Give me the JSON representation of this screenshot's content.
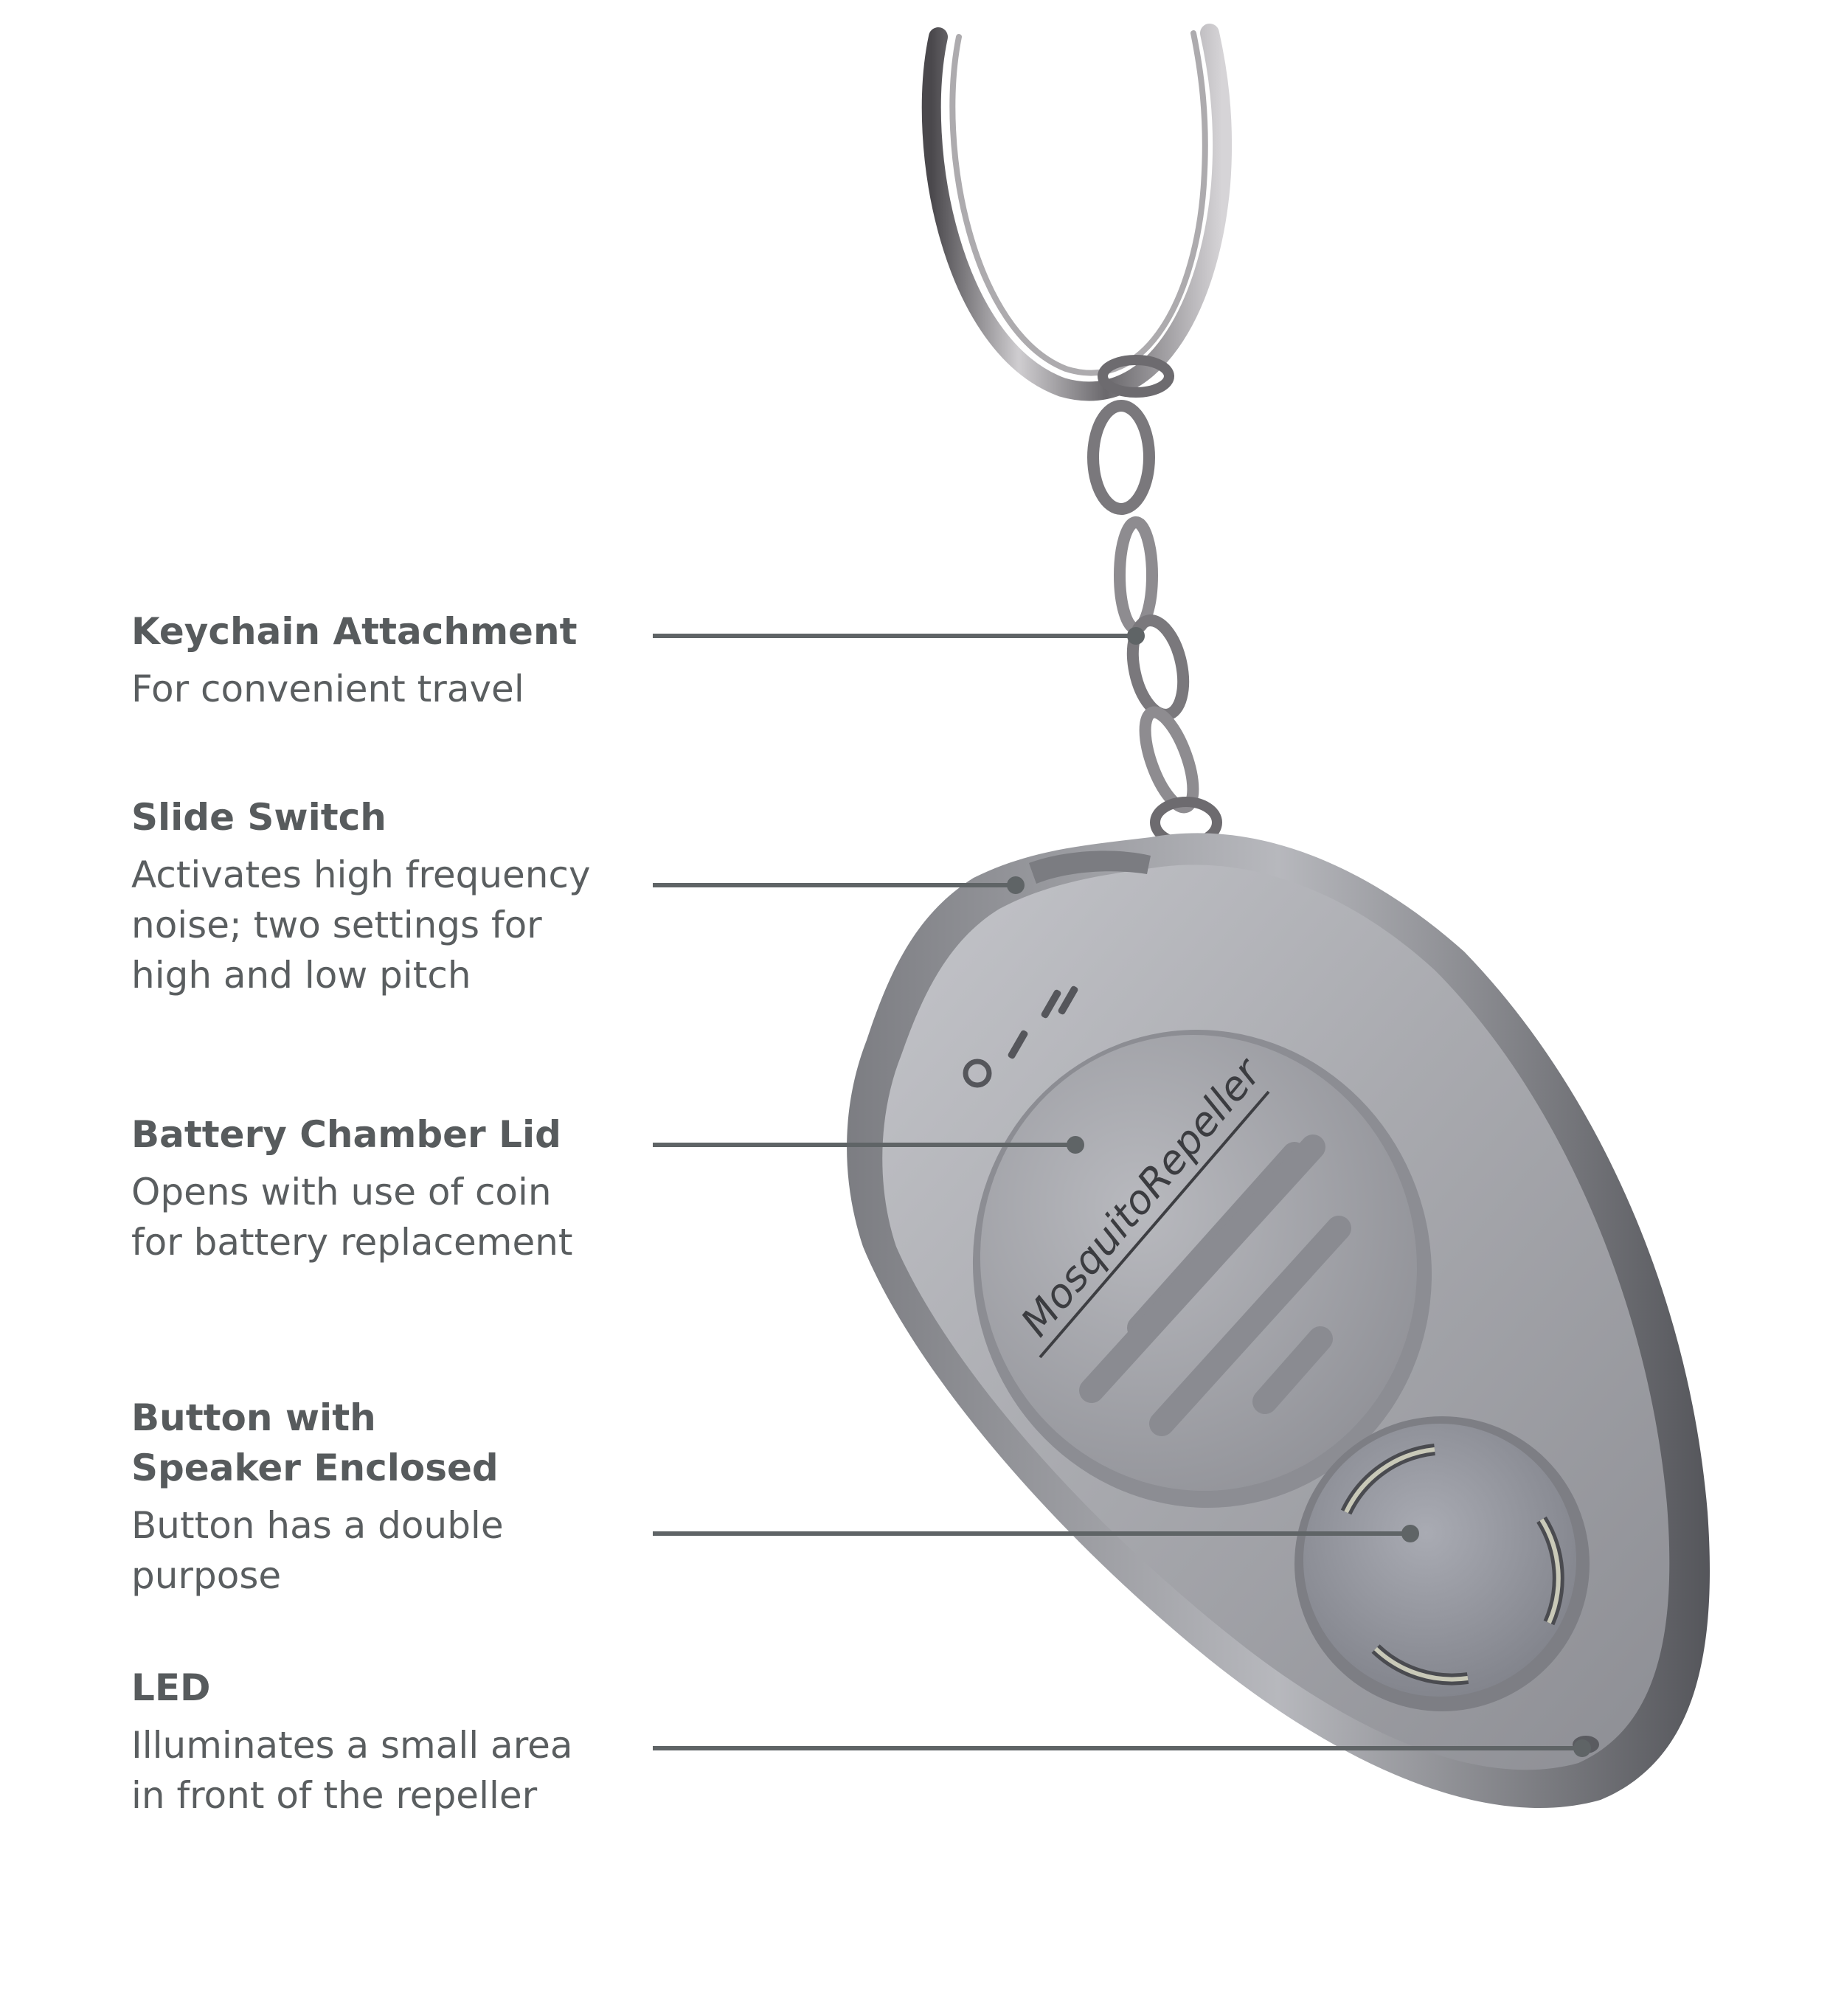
{
  "callouts": [
    {
      "id": "keychain",
      "title": "Keychain Attachment",
      "description": "For convenient travel"
    },
    {
      "id": "switch",
      "title": "Slide Switch",
      "description": "Activates high frequency\nnoise; two settings for\nhigh and low pitch"
    },
    {
      "id": "battery",
      "title": "Battery Chamber Lid",
      "description": "Opens with use of coin\nfor battery replacement"
    },
    {
      "id": "button",
      "title": "Button with\nSpeaker Enclosed",
      "description": "Button has a double\npurpose"
    },
    {
      "id": "led",
      "title": "LED",
      "description": "Illuminates a small area\nin front of the repeller"
    }
  ],
  "device": {
    "brand_text": "MosquitoRepeller",
    "switch_markings": [
      "O",
      "I",
      "II"
    ]
  },
  "colors": {
    "text": "#575b5d",
    "leader_line": "#5f6466",
    "body_silver": "#a7a8ad",
    "ring_metal": "#6f6c70"
  }
}
